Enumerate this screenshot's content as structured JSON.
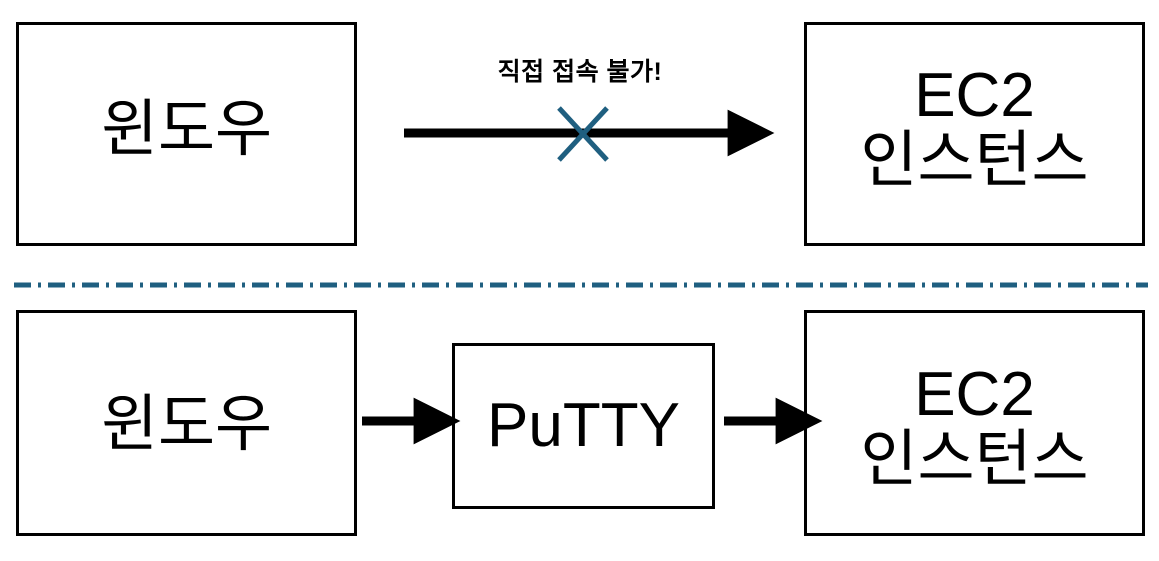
{
  "diagram": {
    "title_text": "직접 접속 불가!",
    "colors": {
      "stroke": "#000000",
      "accent": "#1F5F80",
      "background": "#ffffff"
    },
    "top_row": {
      "source_label": "윈도우",
      "target_label_line1": "EC2",
      "target_label_line2": "인스턴스",
      "annotation": "직접 접속 불가!",
      "blocked": true
    },
    "bottom_row": {
      "source_label": "윈도우",
      "middle_label": "PuTTY",
      "target_label_line1": "EC2",
      "target_label_line2": "인스턴스",
      "blocked": false
    }
  }
}
